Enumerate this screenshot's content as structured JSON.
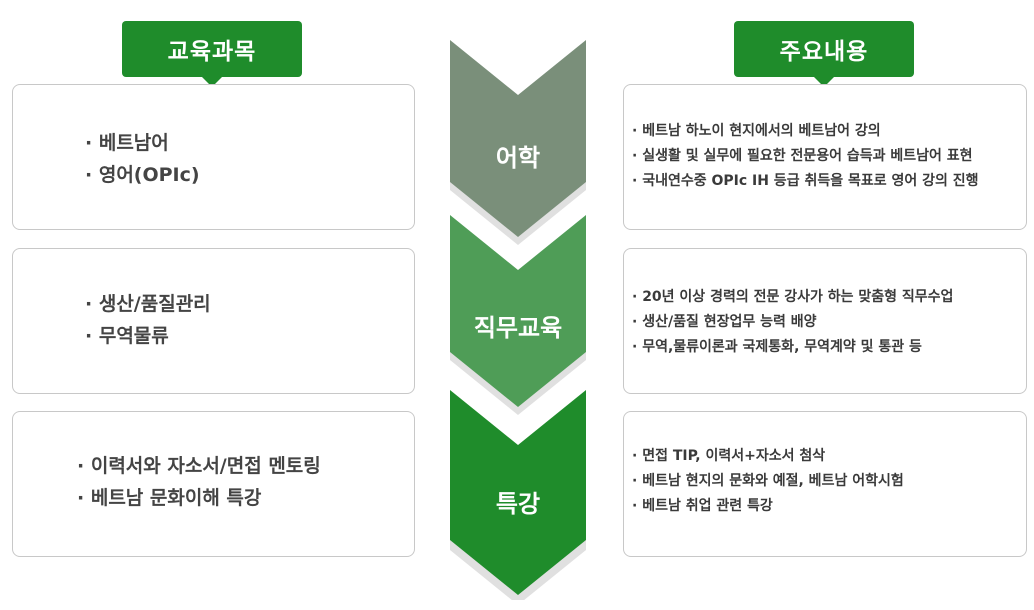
{
  "headers": {
    "left": "교육과목",
    "right": "주요내용"
  },
  "steps": [
    {
      "label": "어학",
      "color": "#7a8f7a"
    },
    {
      "label": "직무교육",
      "color": "#4f9d57"
    },
    {
      "label": "특강",
      "color": "#1f8c2b"
    }
  ],
  "subjects": [
    [
      "· 베트남어",
      "· 영어(OPIc)"
    ],
    [
      "· 생산/품질관리",
      "· 무역물류"
    ],
    [
      "· 이력서와 자소서/면접 멘토링",
      "· 베트남 문화이해 특강"
    ]
  ],
  "contents": [
    [
      "· 베트남 하노이 현지에서의 베트남어 강의",
      "· 실생활 및 실무에 필요한 전문용어 습득과 베트남어 표현",
      "· 국내연수중 OPIc IH 등급 취득을 목표로 영어 강의 진행"
    ],
    [
      "· 20년 이상 경력의 전문 강사가 하는 맞춤형 직무수업",
      "· 생산/품질 현장업무 능력 배양",
      "· 무역,물류이론과 국제통화, 무역계약 및 통관 등"
    ],
    [
      "· 면접 TIP, 이력서+자소서 첨삭",
      "· 베트남 현지의 문화와 예절, 베트남 어학시험",
      "· 베트남 취업 관련 특강"
    ]
  ]
}
